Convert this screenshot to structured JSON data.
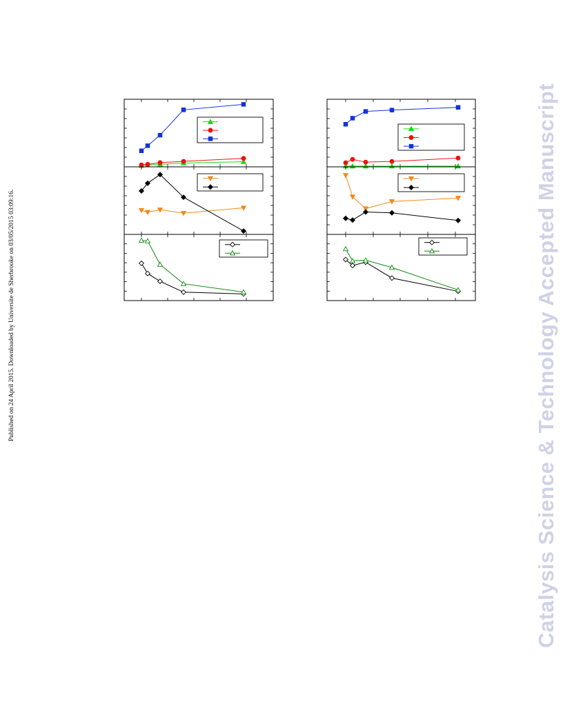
{
  "side_note": "Published on 24 April 2015. Downloaded by Universite de Sherbrooke on 03/05/2015 03:09:16.",
  "watermark": "Catalysis Science & Technology Accepted Manuscript",
  "colors": {
    "green": "#11dd11",
    "red": "#ee1111",
    "blue": "#1133dd",
    "orange": "#f08a1c",
    "black": "#000000",
    "dark_green": "#118811",
    "watermark": "#cfd2e6"
  },
  "chart_data": [
    {
      "type": "line",
      "panel": "left-top",
      "x": [
        1,
        2,
        4,
        8,
        18
      ],
      "series": [
        {
          "color": "green",
          "marker": "triangle-up",
          "values": [
            0.3,
            0.45,
            0.6,
            0.9,
            1.2
          ]
        },
        {
          "color": "red",
          "marker": "circle",
          "values": [
            0.45,
            0.6,
            1.0,
            1.3,
            2.0
          ]
        },
        {
          "color": "blue",
          "marker": "square",
          "values": [
            3.8,
            5.0,
            7.5,
            13.5,
            14.8
          ]
        }
      ],
      "legend_placement": "right",
      "grid": false
    },
    {
      "type": "line",
      "panel": "left-middle",
      "x": [
        1,
        2,
        4,
        8,
        18
      ],
      "series": [
        {
          "color": "orange",
          "marker": "triangle-down",
          "values": [
            5.0,
            4.6,
            5.1,
            4.4,
            5.5
          ]
        },
        {
          "color": "black",
          "marker": "diamond",
          "values": [
            9.0,
            10.6,
            12.4,
            7.7,
            0.7
          ]
        }
      ],
      "legend_placement": "top-right",
      "grid": false
    },
    {
      "type": "line",
      "panel": "left-bottom",
      "x": [
        1,
        2,
        4,
        8,
        18
      ],
      "series": [
        {
          "color": "black",
          "marker": "diamond-open",
          "values": [
            6.2,
            4.5,
            3.2,
            1.4,
            1.1
          ]
        },
        {
          "color": "dark_green",
          "marker": "triangle-up-open",
          "values": [
            10.0,
            9.9,
            6.0,
            2.8,
            1.4
          ]
        }
      ],
      "legend_placement": "top-right",
      "grid": false
    },
    {
      "type": "line",
      "panel": "right-top",
      "x": [
        1,
        2,
        4,
        8,
        18
      ],
      "series": [
        {
          "color": "green",
          "marker": "triangle-up",
          "values": [
            0.1,
            0.1,
            0.1,
            0.1,
            0.1
          ]
        },
        {
          "color": "red",
          "marker": "circle",
          "values": [
            0.6,
            1.1,
            0.7,
            0.8,
            1.3
          ]
        },
        {
          "color": "blue",
          "marker": "square",
          "values": [
            6.3,
            7.2,
            8.2,
            8.4,
            8.8
          ]
        }
      ],
      "legend_placement": "right",
      "grid": false
    },
    {
      "type": "line",
      "panel": "right-middle",
      "x": [
        1,
        2,
        4,
        8,
        18
      ],
      "series": [
        {
          "color": "orange",
          "marker": "triangle-down",
          "values": [
            14.0,
            8.9,
            6.1,
            7.8,
            8.6
          ]
        },
        {
          "color": "black",
          "marker": "diamond",
          "values": [
            3.8,
            3.4,
            5.3,
            5.1,
            3.3
          ]
        }
      ],
      "legend_placement": "top-right",
      "grid": false
    },
    {
      "type": "line",
      "panel": "right-bottom",
      "x": [
        1,
        2,
        4,
        8,
        18
      ],
      "series": [
        {
          "color": "black",
          "marker": "diamond-open",
          "values": [
            6.2,
            5.3,
            5.8,
            3.4,
            1.4
          ]
        },
        {
          "color": "dark_green",
          "marker": "triangle-up-open",
          "values": [
            7.8,
            6.0,
            6.1,
            5.0,
            1.6
          ]
        }
      ],
      "legend_placement": "top-right",
      "grid": false
    }
  ]
}
